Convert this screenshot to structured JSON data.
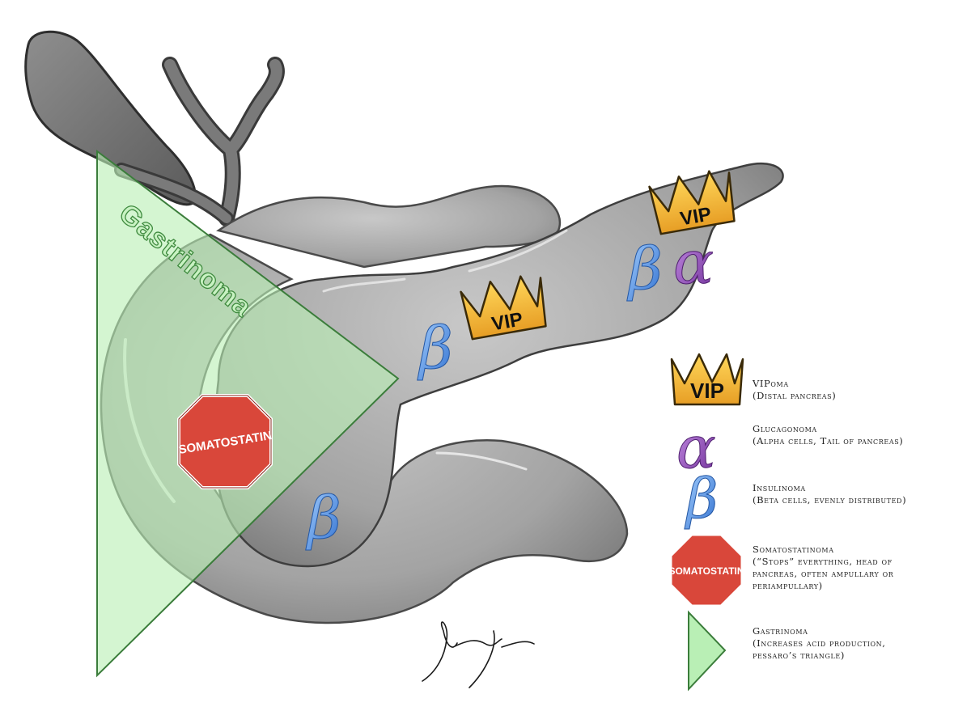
{
  "diagram": {
    "triangle_label": "Gastrinoma",
    "stop_sign_text": "SOMATOSTATIN",
    "crown_text": "VIP",
    "alpha_symbol": "α",
    "beta_symbol": "β"
  },
  "legend": {
    "vipoma": {
      "title": "VIPoma",
      "desc": "(Distal pancreas)"
    },
    "glucagonoma": {
      "title": "Glucagonoma",
      "desc": "(Alpha cells, Tail of pancreas)"
    },
    "insulinoma": {
      "title": "Insulinoma",
      "desc": "(Beta cells, evenly distributed)"
    },
    "somatostatinoma": {
      "title": "Somatostatinoma",
      "desc_1": "(“Stops” everything, head of",
      "desc_2": "pancreas, often ampullary or",
      "desc_3": "periampullary)"
    },
    "gastrinoma": {
      "title": "Gastrinoma",
      "desc_1": "(Increases acid production,",
      "desc_2": "pessaro’s triangle)"
    }
  },
  "colors": {
    "organ": "#a9a9a9",
    "organ_dark": "#5e5e5e",
    "triangle_fill": "#b9efb5",
    "triangle_stroke": "#3b7d3b",
    "crown": "#f2b73c",
    "stop_sign": "#d9473a",
    "beta": "#4f8fe0",
    "alpha": "#8c4fb3"
  }
}
